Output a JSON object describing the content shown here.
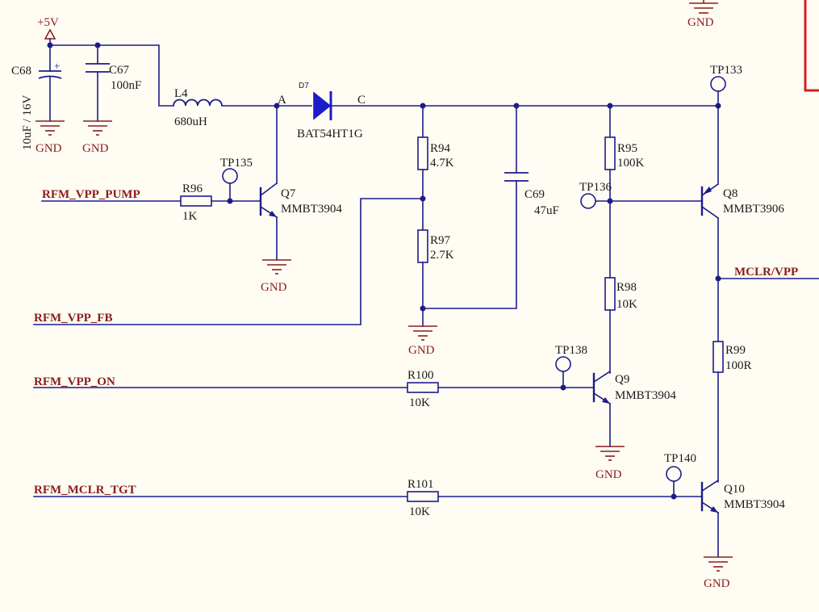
{
  "power": {
    "vcc": "+5V"
  },
  "components": {
    "C68": {
      "ref": "C68",
      "value": "10uF / 16V"
    },
    "C67": {
      "ref": "C67",
      "value": "100nF"
    },
    "L4": {
      "ref": "L4",
      "value": "680uH"
    },
    "D7": {
      "ref": "D7",
      "value": "BAT54HT1G"
    },
    "R94": {
      "ref": "R94",
      "value": "4.7K"
    },
    "R97": {
      "ref": "R97",
      "value": "2.7K"
    },
    "C69": {
      "ref": "C69",
      "value": "47uF"
    },
    "R95": {
      "ref": "R95",
      "value": "100K"
    },
    "R98": {
      "ref": "R98",
      "value": "10K"
    },
    "R99": {
      "ref": "R99",
      "value": "100R"
    },
    "R96": {
      "ref": "R96",
      "value": "1K"
    },
    "R100": {
      "ref": "R100",
      "value": "10K"
    },
    "R101": {
      "ref": "R101",
      "value": "10K"
    },
    "Q7": {
      "ref": "Q7",
      "value": "MMBT3904"
    },
    "Q8": {
      "ref": "Q8",
      "value": "MMBT3906"
    },
    "Q9": {
      "ref": "Q9",
      "value": "MMBT3904"
    },
    "Q10": {
      "ref": "Q10",
      "value": "MMBT3904"
    }
  },
  "testpoints": {
    "TP133": "TP133",
    "TP135": "TP135",
    "TP136": "TP136",
    "TP138": "TP138",
    "TP140": "TP140"
  },
  "nets": {
    "pump": "RFM_VPP_PUMP",
    "fb": "RFM_VPP_FB",
    "on": "RFM_VPP_ON",
    "mclr_tgt": "RFM_MCLR_TGT",
    "mclr_vpp": "MCLR/VPP",
    "node_a": "A",
    "node_c": "C",
    "plus": "+"
  },
  "gnd": "GND"
}
